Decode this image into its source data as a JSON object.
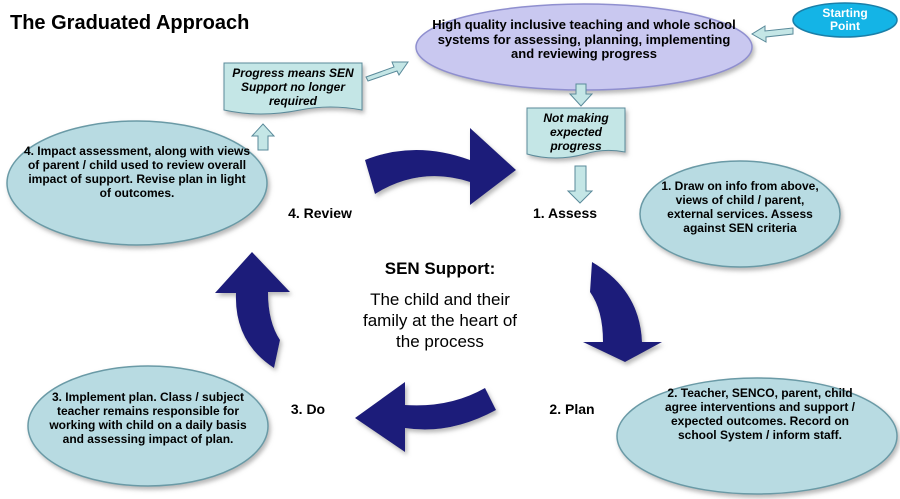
{
  "title": "The Graduated Approach",
  "starting_point": "Starting Point",
  "top_box": "High quality inclusive teaching and whole school systems for assessing, planning, implementing and reviewing progress",
  "progress_note": "Progress means SEN Support no longer required",
  "not_making_note": "Not making expected progress",
  "stages": {
    "assess": "1. Assess",
    "plan": "2. Plan",
    "do": "3. Do",
    "review": "4. Review"
  },
  "center": {
    "heading": "SEN Support:",
    "body": "The child and their family at the heart of the process"
  },
  "ovals": {
    "assess": "1.  Draw on info from above, views of child / parent, external services. Assess against SEN criteria",
    "plan": "2. Teacher, SENCO, parent, child agree interventions and support / expected outcomes. Record on school System / inform staff.",
    "do": "3.  Implement plan. Class / subject teacher remains responsible for working with child on a daily basis and assessing impact of plan.",
    "review": "4. Impact assessment, along with views of parent / child used to review overall impact of support. Revise plan in light of outcomes."
  },
  "colors": {
    "oval_fill": "#b8dbe2",
    "top_fill": "#c9c8f0",
    "arrow_fill": "#1f1f7a",
    "start_fill": "#14b4e6",
    "light_arrow": "#c4e6e6"
  }
}
